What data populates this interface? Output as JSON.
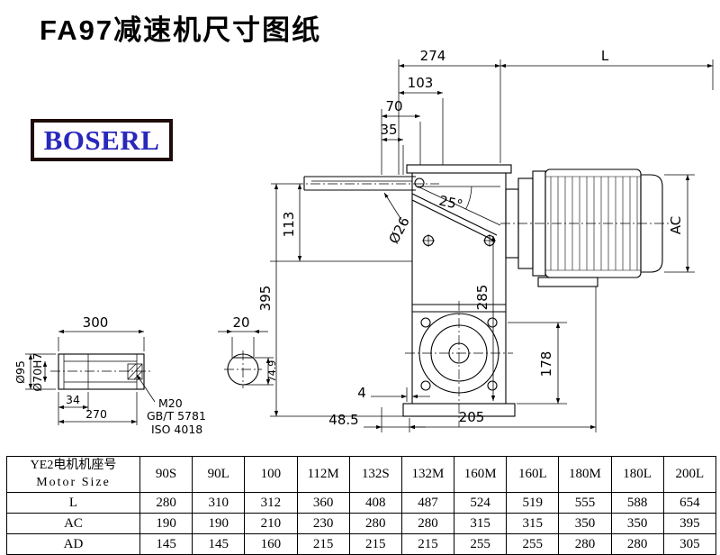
{
  "page": {
    "title": "FA97减速机尺寸图纸",
    "logo_text": "BOSERL",
    "colors": {
      "logo_text": "#2828bb",
      "logo_border": "#1e0b08",
      "line": "#000000",
      "background": "#ffffff"
    }
  },
  "drawing": {
    "dims": {
      "d274": "274",
      "dL": "L",
      "d103": "103",
      "d70": "70",
      "d35": "35",
      "angle25": "25°",
      "dia26": "Ø26",
      "d113": "113",
      "d395": "395",
      "d285": "285",
      "dAC": "AC",
      "d178": "178",
      "d4": "4",
      "d48_5": "48.5",
      "d205": "205"
    },
    "shaft_detail": {
      "d300": "300",
      "dia95": "Ø95",
      "dia70": "Ø70H7",
      "d34": "34",
      "d270": "270",
      "thread": "M20",
      "std_gb": "GB/T 5781",
      "std_iso": "ISO 4018"
    },
    "key_detail": {
      "d20": "20",
      "d74_9": "74.9"
    }
  },
  "table": {
    "header_cn": "YE2电机机座号",
    "header_en": "Motor Size",
    "columns": [
      "90S",
      "90L",
      "100",
      "112M",
      "132S",
      "132M",
      "160M",
      "160L",
      "180M",
      "180L",
      "200L"
    ],
    "rows": [
      {
        "label": "L",
        "values": [
          "280",
          "310",
          "312",
          "360",
          "408",
          "487",
          "524",
          "519",
          "555",
          "588",
          "654"
        ]
      },
      {
        "label": "AC",
        "values": [
          "190",
          "190",
          "210",
          "230",
          "280",
          "280",
          "315",
          "315",
          "350",
          "350",
          "395"
        ]
      },
      {
        "label": "AD",
        "values": [
          "145",
          "145",
          "160",
          "215",
          "215",
          "215",
          "255",
          "255",
          "280",
          "280",
          "305"
        ]
      }
    ]
  }
}
